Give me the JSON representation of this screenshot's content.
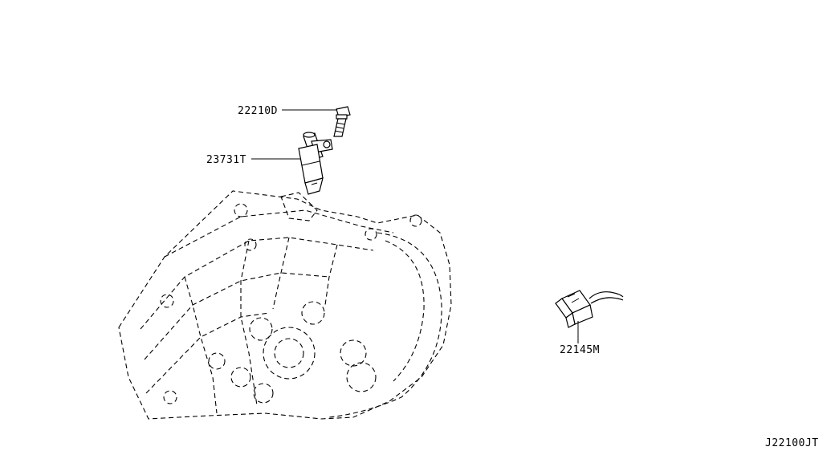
{
  "diagram": {
    "parts": [
      {
        "id": "bolt",
        "code": "22210D"
      },
      {
        "id": "speed-sensor",
        "code": "23731T"
      },
      {
        "id": "revolution-sensor",
        "code": "22145M"
      }
    ],
    "drawing_id": "J22100JT",
    "colors": {
      "line": "#000000",
      "background": "#ffffff"
    },
    "icons": [
      "bolt-icon",
      "cylindrical-sensor-icon",
      "connector-sensor-icon",
      "transmission-housing-icon"
    ]
  }
}
